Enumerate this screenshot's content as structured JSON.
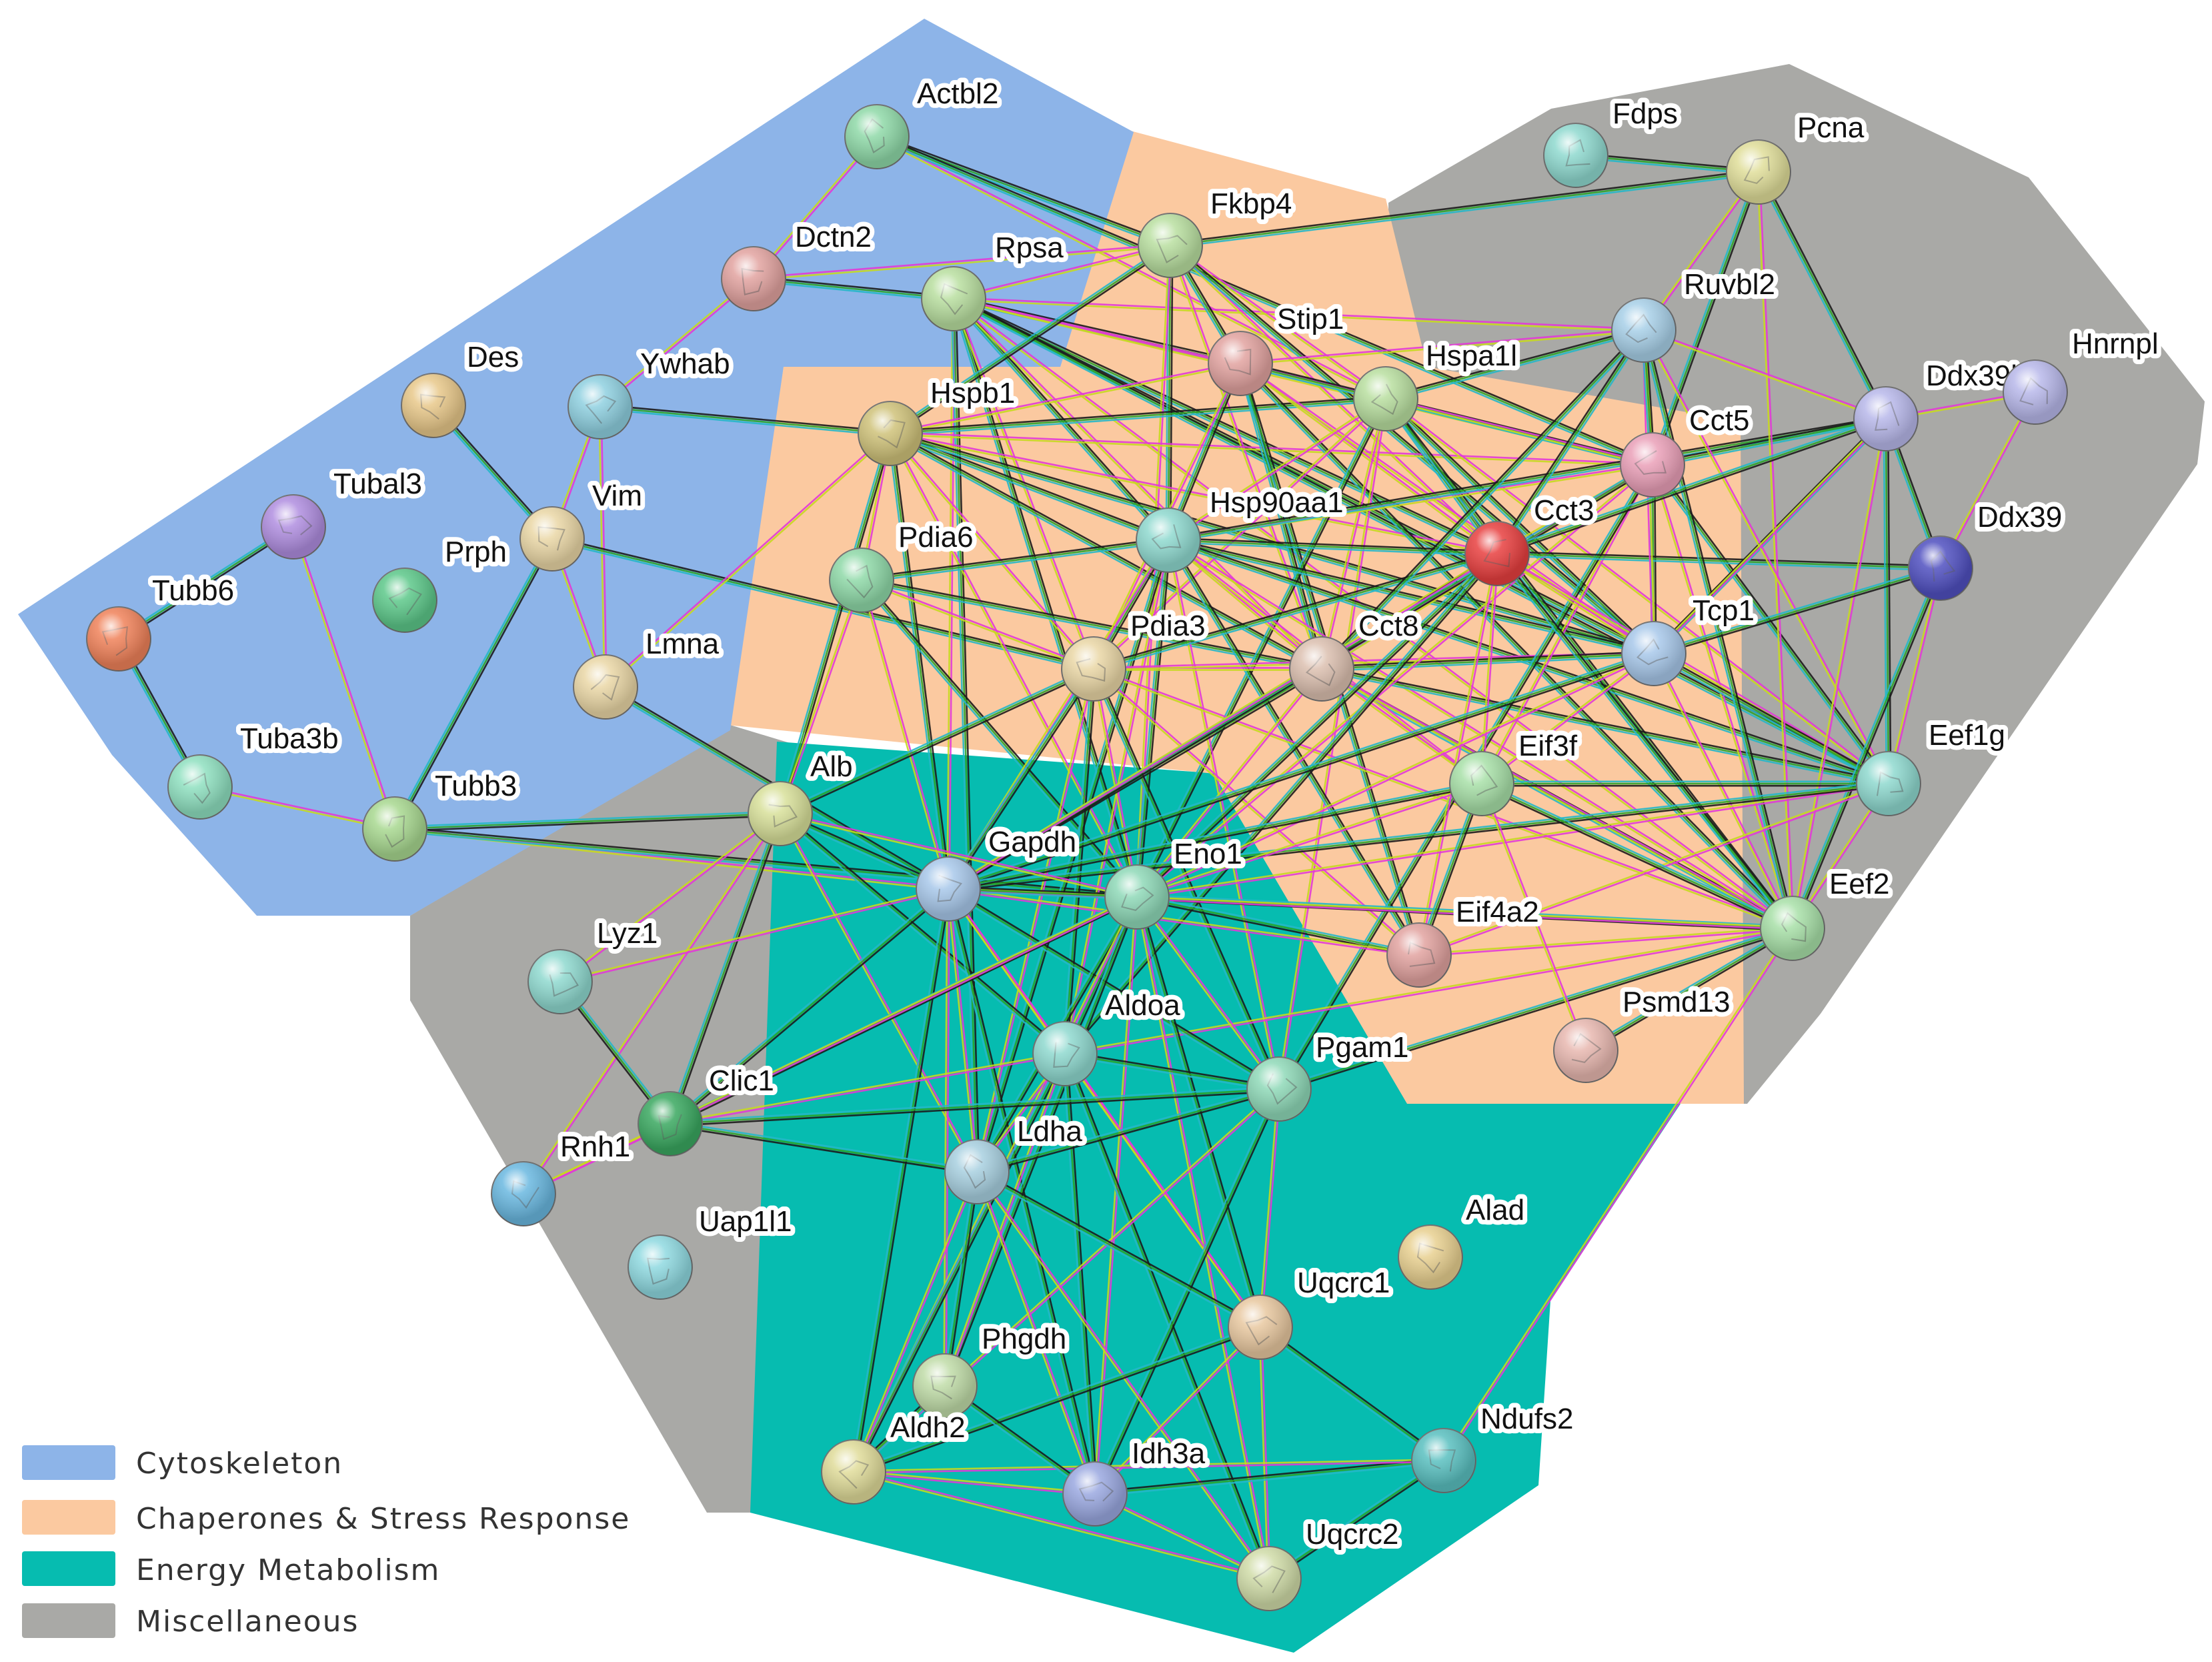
{
  "legend": [
    {
      "key": "cyto",
      "label": "Cytoskeleton",
      "color": "#8db4e8"
    },
    {
      "key": "chap",
      "label": "Chaperones & Stress Response",
      "color": "#fbc9a0"
    },
    {
      "key": "energy",
      "label": "Energy Metabolism",
      "color": "#06bcb0"
    },
    {
      "key": "misc",
      "label": "Miscellaneous",
      "color": "#a9a9a6"
    }
  ],
  "edge_colors": [
    "#e23ad6",
    "#25b7c8",
    "#c6d820",
    "#1b1b1b",
    "#3a3ad8",
    "#2aa32a"
  ],
  "nodes": [
    {
      "id": "Actbl2",
      "label": "Actbl2",
      "color": "#8fd9a8"
    },
    {
      "id": "Dctn2",
      "label": "Dctn2",
      "color": "#e2a3a0"
    },
    {
      "id": "Rpsa",
      "label": "Rpsa",
      "color": "#b9dfa0"
    },
    {
      "id": "Fkbp4",
      "label": "Fkbp4",
      "color": "#b9dfa0"
    },
    {
      "id": "Des",
      "label": "Des",
      "color": "#e8c88a"
    },
    {
      "id": "Ywhab",
      "label": "Ywhab",
      "color": "#8fd0e0"
    },
    {
      "id": "Tubal3",
      "label": "Tubal3",
      "color": "#b08ee0"
    },
    {
      "id": "Vim",
      "label": "Vim",
      "color": "#ead7a6"
    },
    {
      "id": "Prph",
      "label": "Prph",
      "color": "#5dc88a"
    },
    {
      "id": "Tubb6",
      "label": "Tubb6",
      "color": "#f0825a"
    },
    {
      "id": "Lmna",
      "label": "Lmna",
      "color": "#ead7a6"
    },
    {
      "id": "Tuba3b",
      "label": "Tuba3b",
      "color": "#8fe0c0"
    },
    {
      "id": "Tubb3",
      "label": "Tubb3",
      "color": "#a8d890"
    },
    {
      "id": "Hspb1",
      "label": "Hspb1",
      "color": "#cfc27a"
    },
    {
      "id": "Pdia6",
      "label": "Pdia6",
      "color": "#8fd9a8"
    },
    {
      "id": "Stip1",
      "label": "Stip1",
      "color": "#e2a3a0"
    },
    {
      "id": "Hspa1l",
      "label": "Hspa1l",
      "color": "#b9dfa0"
    },
    {
      "id": "Hsp90aa1",
      "label": "Hsp90aa1",
      "color": "#8fd9cf"
    },
    {
      "id": "Pdia3",
      "label": "Pdia3",
      "color": "#ead7a6"
    },
    {
      "id": "Cct8",
      "label": "Cct8",
      "color": "#dcc0b0"
    },
    {
      "id": "Cct5",
      "label": "Cct5",
      "color": "#eaa0b8"
    },
    {
      "id": "Cct3",
      "label": "Cct3",
      "color": "#e84040"
    },
    {
      "id": "Tcp1",
      "label": "Tcp1",
      "color": "#a8c8ea"
    },
    {
      "id": "Fdps",
      "label": "Fdps",
      "color": "#8fd9cf"
    },
    {
      "id": "Pcna",
      "label": "Pcna",
      "color": "#e0de9a"
    },
    {
      "id": "Ruvbl2",
      "label": "Ruvbl2",
      "color": "#a8d0e8"
    },
    {
      "id": "Ddx39b",
      "label": "Ddx39b",
      "color": "#b8b8ea"
    },
    {
      "id": "Hnrnpl",
      "label": "Hnrnpl",
      "color": "#b8b8ea"
    },
    {
      "id": "Ddx39",
      "label": "Ddx39",
      "color": "#5050c0"
    },
    {
      "id": "Eef1g",
      "label": "Eef1g",
      "color": "#8fd9cf"
    },
    {
      "id": "Eef2",
      "label": "Eef2",
      "color": "#a8e0a8"
    },
    {
      "id": "Eif3f",
      "label": "Eif3f",
      "color": "#a8e0a8"
    },
    {
      "id": "Eif4a2",
      "label": "Eif4a2",
      "color": "#e2a3a0"
    },
    {
      "id": "Psmd13",
      "label": "Psmd13",
      "color": "#e8b8b0"
    },
    {
      "id": "Alb",
      "label": "Alb",
      "color": "#d8e09a"
    },
    {
      "id": "Gapdh",
      "label": "Gapdh",
      "color": "#a8c8ea"
    },
    {
      "id": "Eno1",
      "label": "Eno1",
      "color": "#8fd9b8"
    },
    {
      "id": "Lyz1",
      "label": "Lyz1",
      "color": "#8fd9cf"
    },
    {
      "id": "Aldoa",
      "label": "Aldoa",
      "color": "#8fd9cf"
    },
    {
      "id": "Pgam1",
      "label": "Pgam1",
      "color": "#8fd9b8"
    },
    {
      "id": "Clic1",
      "label": "Clic1",
      "color": "#3aa860"
    },
    {
      "id": "Rnh1",
      "label": "Rnh1",
      "color": "#6ab8e0"
    },
    {
      "id": "Ldha",
      "label": "Ldha",
      "color": "#a8d0e0"
    },
    {
      "id": "Uap1l1",
      "label": "Uap1l1",
      "color": "#8fd9e0"
    },
    {
      "id": "Alad",
      "label": "Alad",
      "color": "#e8d090"
    },
    {
      "id": "Uqcrc1",
      "label": "Uqcrc1",
      "color": "#e8c8a0"
    },
    {
      "id": "Phgdh",
      "label": "Phgdh",
      "color": "#c0dca8"
    },
    {
      "id": "Aldh2",
      "label": "Aldh2",
      "color": "#e0dc9a"
    },
    {
      "id": "Idh3a",
      "label": "Idh3a",
      "color": "#9aa8e0"
    },
    {
      "id": "Ndufs2",
      "label": "Ndufs2",
      "color": "#5ac0c0"
    },
    {
      "id": "Uqcrc2",
      "label": "Uqcrc2",
      "color": "#d0dca8"
    }
  ],
  "edges": [
    [
      "Actbl2",
      "Dctn2"
    ],
    [
      "Actbl2",
      "Fkbp4"
    ],
    [
      "Actbl2",
      "Hspa1l"
    ],
    [
      "Actbl2",
      "Cct5"
    ],
    [
      "Dctn2",
      "Ywhab"
    ],
    [
      "Dctn2",
      "Rpsa"
    ],
    [
      "Dctn2",
      "Fkbp4"
    ],
    [
      "Des",
      "Vim"
    ],
    [
      "Ywhab",
      "Vim"
    ],
    [
      "Ywhab",
      "Hspb1"
    ],
    [
      "Ywhab",
      "Lmna"
    ],
    [
      "Tubal3",
      "Tubb6"
    ],
    [
      "Tubal3",
      "Tubb3"
    ],
    [
      "Tubb6",
      "Tuba3b"
    ],
    [
      "Tuba3b",
      "Tubb3"
    ],
    [
      "Vim",
      "Tubb3"
    ],
    [
      "Vim",
      "Lmna"
    ],
    [
      "Vim",
      "Pdia3"
    ],
    [
      "Tubb3",
      "Gapdh"
    ],
    [
      "Tubb3",
      "Eno1"
    ],
    [
      "Lmna",
      "Hspb1"
    ],
    [
      "Lmna",
      "Gapdh"
    ],
    [
      "Rpsa",
      "Fkbp4"
    ],
    [
      "Rpsa",
      "Stip1"
    ],
    [
      "Rpsa",
      "Hspa1l"
    ],
    [
      "Rpsa",
      "Hsp90aa1"
    ],
    [
      "Rpsa",
      "Cct8"
    ],
    [
      "Rpsa",
      "Cct3"
    ],
    [
      "Rpsa",
      "Cct5"
    ],
    [
      "Rpsa",
      "Tcp1"
    ],
    [
      "Rpsa",
      "Eef2"
    ],
    [
      "Rpsa",
      "Eef1g"
    ],
    [
      "Rpsa",
      "Gapdh"
    ],
    [
      "Rpsa",
      "Eno1"
    ],
    [
      "Rpsa",
      "Ruvbl2"
    ],
    [
      "Rpsa",
      "Ldha"
    ],
    [
      "Rpsa",
      "Pdia3"
    ],
    [
      "Fkbp4",
      "Stip1"
    ],
    [
      "Fkbp4",
      "Hspa1l"
    ],
    [
      "Fkbp4",
      "Hsp90aa1"
    ],
    [
      "Fkbp4",
      "Cct3"
    ],
    [
      "Fkbp4",
      "Tcp1"
    ],
    [
      "Fkbp4",
      "Eno1"
    ],
    [
      "Fkbp4",
      "Pcna"
    ],
    [
      "Fkbp4",
      "Cct8"
    ],
    [
      "Fkbp4",
      "Hspb1"
    ],
    [
      "Hspb1",
      "Pdia6"
    ],
    [
      "Hspb1",
      "Hsp90aa1"
    ],
    [
      "Hspb1",
      "Stip1"
    ],
    [
      "Hspb1",
      "Hspa1l"
    ],
    [
      "Hspb1",
      "Pdia3"
    ],
    [
      "Hspb1",
      "Gapdh"
    ],
    [
      "Hspb1",
      "Eno1"
    ],
    [
      "Hspb1",
      "Alb"
    ],
    [
      "Hspb1",
      "Cct3"
    ],
    [
      "Hspb1",
      "Eef2"
    ],
    [
      "Hspb1",
      "Cct5"
    ],
    [
      "Hspb1",
      "Tcp1"
    ],
    [
      "Pdia6",
      "Pdia3"
    ],
    [
      "Pdia6",
      "Hsp90aa1"
    ],
    [
      "Pdia6",
      "Alb"
    ],
    [
      "Pdia6",
      "Eno1"
    ],
    [
      "Pdia6",
      "Gapdh"
    ],
    [
      "Pdia6",
      "Cct8"
    ],
    [
      "Stip1",
      "Hspa1l"
    ],
    [
      "Stip1",
      "Hsp90aa1"
    ],
    [
      "Stip1",
      "Cct3"
    ],
    [
      "Stip1",
      "Cct5"
    ],
    [
      "Stip1",
      "Tcp1"
    ],
    [
      "Stip1",
      "Cct8"
    ],
    [
      "Stip1",
      "Pdia3"
    ],
    [
      "Stip1",
      "Eef2"
    ],
    [
      "Stip1",
      "Ruvbl2"
    ],
    [
      "Stip1",
      "Eif4a2"
    ],
    [
      "Hspa1l",
      "Hsp90aa1"
    ],
    [
      "Hspa1l",
      "Cct3"
    ],
    [
      "Hspa1l",
      "Cct5"
    ],
    [
      "Hspa1l",
      "Tcp1"
    ],
    [
      "Hspa1l",
      "Pdia3"
    ],
    [
      "Hspa1l",
      "Eef2"
    ],
    [
      "Hspa1l",
      "Eef1g"
    ],
    [
      "Hspa1l",
      "Eno1"
    ],
    [
      "Hspa1l",
      "Cct8"
    ],
    [
      "Hspa1l",
      "Ruvbl2"
    ],
    [
      "Hspa1l",
      "Pgam1"
    ],
    [
      "Hsp90aa1",
      "Pdia3"
    ],
    [
      "Hsp90aa1",
      "Cct8"
    ],
    [
      "Hsp90aa1",
      "Cct3"
    ],
    [
      "Hsp90aa1",
      "Cct5"
    ],
    [
      "Hsp90aa1",
      "Tcp1"
    ],
    [
      "Hsp90aa1",
      "Eef2"
    ],
    [
      "Hsp90aa1",
      "Eef1g"
    ],
    [
      "Hsp90aa1",
      "Gapdh"
    ],
    [
      "Hsp90aa1",
      "Eno1"
    ],
    [
      "Hsp90aa1",
      "Eif3f"
    ],
    [
      "Hsp90aa1",
      "Eif4a2"
    ],
    [
      "Hsp90aa1",
      "Aldoa"
    ],
    [
      "Hsp90aa1",
      "Ldha"
    ],
    [
      "Hsp90aa1",
      "Pgam1"
    ],
    [
      "Hsp90aa1",
      "Ddx39b"
    ],
    [
      "Pdia3",
      "Cct8"
    ],
    [
      "Pdia3",
      "Gapdh"
    ],
    [
      "Pdia3",
      "Eno1"
    ],
    [
      "Pdia3",
      "Aldoa"
    ],
    [
      "Pdia3",
      "Eef2"
    ],
    [
      "Pdia3",
      "Cct3"
    ],
    [
      "Pdia3",
      "Tcp1"
    ],
    [
      "Pdia3",
      "Alb"
    ],
    [
      "Pdia3",
      "Ldha"
    ],
    [
      "Pdia3",
      "Pgam1"
    ],
    [
      "Pdia3",
      "Eif4a2"
    ],
    [
      "Cct8",
      "Cct3"
    ],
    [
      "Cct8",
      "Cct5"
    ],
    [
      "Cct8",
      "Tcp1"
    ],
    [
      "Cct8",
      "Eef2"
    ],
    [
      "Cct8",
      "Eef1g"
    ],
    [
      "Cct8",
      "Eno1"
    ],
    [
      "Cct8",
      "Gapdh"
    ],
    [
      "Cct8",
      "Eif3f"
    ],
    [
      "Cct8",
      "Ruvbl2"
    ],
    [
      "Cct5",
      "Cct3"
    ],
    [
      "Cct5",
      "Tcp1"
    ],
    [
      "Cct5",
      "Eef2"
    ],
    [
      "Cct5",
      "Eef1g"
    ],
    [
      "Cct5",
      "Ruvbl2"
    ],
    [
      "Cct5",
      "Ddx39b"
    ],
    [
      "Cct5",
      "Eno1"
    ],
    [
      "Cct5",
      "Gapdh"
    ],
    [
      "Cct5",
      "Eif3f"
    ],
    [
      "Cct5",
      "Pgam1"
    ],
    [
      "Cct3",
      "Tcp1"
    ],
    [
      "Cct3",
      "Eef2"
    ],
    [
      "Cct3",
      "Eef1g"
    ],
    [
      "Cct3",
      "Eno1"
    ],
    [
      "Cct3",
      "Gapdh"
    ],
    [
      "Cct3",
      "Ruvbl2"
    ],
    [
      "Cct3",
      "Eif4a2"
    ],
    [
      "Cct3",
      "Ddx39"
    ],
    [
      "Cct3",
      "Eif3f"
    ],
    [
      "Cct3",
      "Aldoa"
    ],
    [
      "Tcp1",
      "Eef2"
    ],
    [
      "Tcp1",
      "Eef1g"
    ],
    [
      "Tcp1",
      "Ruvbl2"
    ],
    [
      "Tcp1",
      "Ddx39b"
    ],
    [
      "Tcp1",
      "Eno1"
    ],
    [
      "Tcp1",
      "Gapdh"
    ],
    [
      "Tcp1",
      "Eif3f"
    ],
    [
      "Fdps",
      "Pcna"
    ],
    [
      "Pcna",
      "Ruvbl2"
    ],
    [
      "Pcna",
      "Ddx39b"
    ],
    [
      "Pcna",
      "Eef2"
    ],
    [
      "Pcna",
      "Cct5"
    ],
    [
      "Ruvbl2",
      "Ddx39b"
    ],
    [
      "Ruvbl2",
      "Eef2"
    ],
    [
      "Ruvbl2",
      "Eef1g"
    ],
    [
      "Ruvbl2",
      "Cct5"
    ],
    [
      "Ddx39b",
      "Hnrnpl"
    ],
    [
      "Ddx39b",
      "Ddx39"
    ],
    [
      "Ddx39b",
      "Eef2"
    ],
    [
      "Ddx39b",
      "Eef1g"
    ],
    [
      "Ddx39b",
      "Tcp1"
    ],
    [
      "Ddx39b",
      "Cct3"
    ],
    [
      "Hnrnpl",
      "Ddx39"
    ],
    [
      "Ddx39",
      "Eef2"
    ],
    [
      "Ddx39",
      "Eef1g"
    ],
    [
      "Ddx39",
      "Tcp1"
    ],
    [
      "Eef1g",
      "Eef2"
    ],
    [
      "Eef1g",
      "Eif3f"
    ],
    [
      "Eef1g",
      "Eno1"
    ],
    [
      "Eef1g",
      "Gapdh"
    ],
    [
      "Eef1g",
      "Eif4a2"
    ],
    [
      "Eef2",
      "Eif3f"
    ],
    [
      "Eef2",
      "Eif4a2"
    ],
    [
      "Eef2",
      "Eno1"
    ],
    [
      "Eef2",
      "Gapdh"
    ],
    [
      "Eef2",
      "Psmd13"
    ],
    [
      "Eef2",
      "Ndufs2"
    ],
    [
      "Eef2",
      "Pgam1"
    ],
    [
      "Eef2",
      "Aldoa"
    ],
    [
      "Eif3f",
      "Eif4a2"
    ],
    [
      "Eif3f",
      "Eno1"
    ],
    [
      "Eif3f",
      "Gapdh"
    ],
    [
      "Eif3f",
      "Psmd13"
    ],
    [
      "Eif4a2",
      "Eno1"
    ],
    [
      "Eif4a2",
      "Gapdh"
    ],
    [
      "Alb",
      "Gapdh"
    ],
    [
      "Alb",
      "Eno1"
    ],
    [
      "Alb",
      "Clic1"
    ],
    [
      "Alb",
      "Lyz1"
    ],
    [
      "Alb",
      "Aldoa"
    ],
    [
      "Alb",
      "Ldha"
    ],
    [
      "Alb",
      "Tubb3"
    ],
    [
      "Alb",
      "Rnh1"
    ],
    [
      "Gapdh",
      "Eno1"
    ],
    [
      "Gapdh",
      "Aldoa"
    ],
    [
      "Gapdh",
      "Pgam1"
    ],
    [
      "Gapdh",
      "Ldha"
    ],
    [
      "Gapdh",
      "Aldh2"
    ],
    [
      "Gapdh",
      "Phgdh"
    ],
    [
      "Gapdh",
      "Idh3a"
    ],
    [
      "Gapdh",
      "Uqcrc1"
    ],
    [
      "Gapdh",
      "Clic1"
    ],
    [
      "Gapdh",
      "Lyz1"
    ],
    [
      "Eno1",
      "Aldoa"
    ],
    [
      "Eno1",
      "Pgam1"
    ],
    [
      "Eno1",
      "Ldha"
    ],
    [
      "Eno1",
      "Aldh2"
    ],
    [
      "Eno1",
      "Phgdh"
    ],
    [
      "Eno1",
      "Idh3a"
    ],
    [
      "Eno1",
      "Uqcrc1"
    ],
    [
      "Eno1",
      "Uqcrc2"
    ],
    [
      "Eno1",
      "Clic1"
    ],
    [
      "Eno1",
      "Rnh1"
    ],
    [
      "Aldoa",
      "Pgam1"
    ],
    [
      "Aldoa",
      "Ldha"
    ],
    [
      "Aldoa",
      "Aldh2"
    ],
    [
      "Aldoa",
      "Phgdh"
    ],
    [
      "Aldoa",
      "Idh3a"
    ],
    [
      "Aldoa",
      "Uqcrc1"
    ],
    [
      "Aldoa",
      "Uqcrc2"
    ],
    [
      "Aldoa",
      "Clic1"
    ],
    [
      "Pgam1",
      "Ldha"
    ],
    [
      "Pgam1",
      "Uqcrc1"
    ],
    [
      "Pgam1",
      "Idh3a"
    ],
    [
      "Pgam1",
      "Aldh2"
    ],
    [
      "Pgam1",
      "Clic1"
    ],
    [
      "Ldha",
      "Aldh2"
    ],
    [
      "Ldha",
      "Phgdh"
    ],
    [
      "Ldha",
      "Idh3a"
    ],
    [
      "Ldha",
      "Uqcrc1"
    ],
    [
      "Ldha",
      "Uqcrc2"
    ],
    [
      "Ldha",
      "Clic1"
    ],
    [
      "Clic1",
      "Rnh1"
    ],
    [
      "Clic1",
      "Lyz1"
    ],
    [
      "Uqcrc1",
      "Uqcrc2"
    ],
    [
      "Uqcrc1",
      "Ndufs2"
    ],
    [
      "Uqcrc1",
      "Idh3a"
    ],
    [
      "Uqcrc1",
      "Aldh2"
    ],
    [
      "Idh3a",
      "Uqcrc2"
    ],
    [
      "Idh3a",
      "Ndufs2"
    ],
    [
      "Idh3a",
      "Aldh2"
    ],
    [
      "Aldh2",
      "Phgdh"
    ],
    [
      "Aldh2",
      "Uqcrc2"
    ],
    [
      "Ndufs2",
      "Uqcrc2"
    ],
    [
      "Ndufs2",
      "Aldh2"
    ],
    [
      "Phgdh",
      "Idh3a"
    ]
  ]
}
